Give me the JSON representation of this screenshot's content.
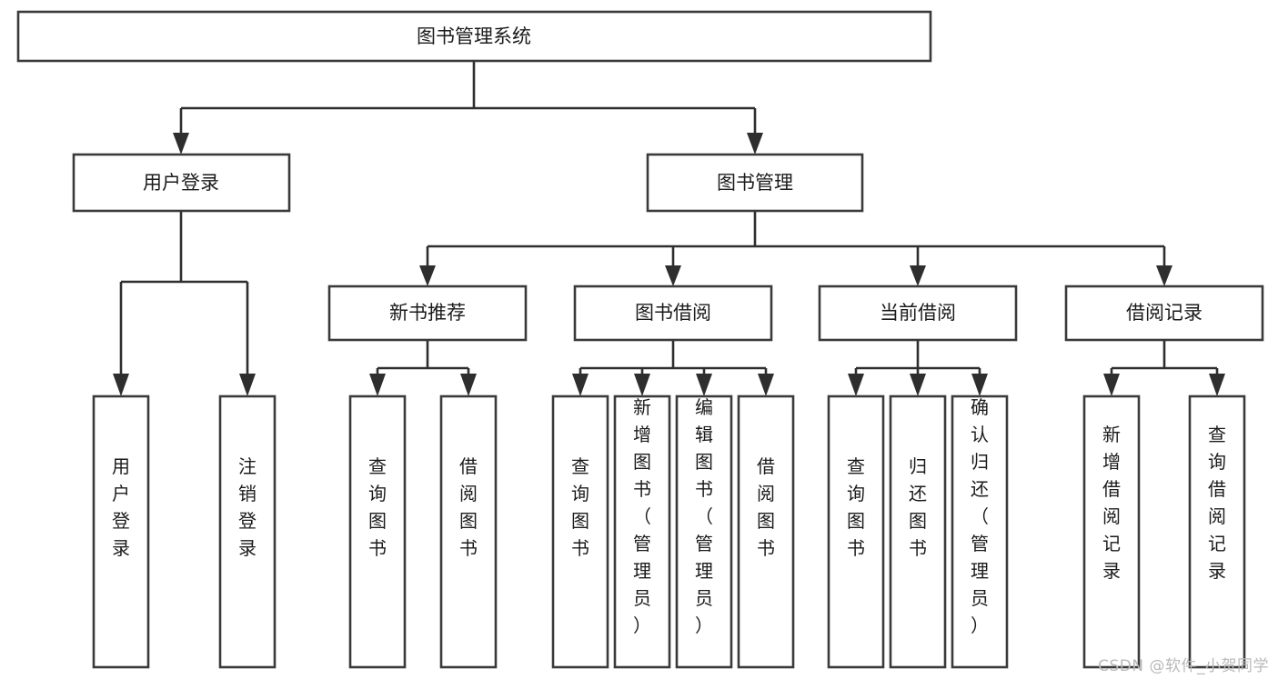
{
  "diagram": {
    "type": "tree",
    "title": "图书管理系统",
    "root": {
      "label": "图书管理系统"
    },
    "level2": [
      {
        "label": "用户登录"
      },
      {
        "label": "图书管理"
      }
    ],
    "level3": [
      {
        "label": "新书推荐"
      },
      {
        "label": "图书借阅"
      },
      {
        "label": "当前借阅"
      },
      {
        "label": "借阅记录"
      }
    ],
    "leaves": {
      "user_login": [
        {
          "label": "用户登录"
        },
        {
          "label": "注销登录"
        }
      ],
      "new_book_recommend": [
        {
          "label": "查询图书"
        },
        {
          "label": "借阅图书"
        }
      ],
      "book_borrow": [
        {
          "label": "查询图书"
        },
        {
          "label": "新增图书（管理员）"
        },
        {
          "label": "编辑图书（管理员）"
        },
        {
          "label": "借阅图书"
        }
      ],
      "current_borrow": [
        {
          "label": "查询图书"
        },
        {
          "label": "归还图书"
        },
        {
          "label": "确认归还（管理员）"
        }
      ],
      "borrow_records": [
        {
          "label": "新增借阅记录"
        },
        {
          "label": "查询借阅记录"
        }
      ]
    },
    "colors": {
      "background": "#ffffff",
      "box_fill": "#ffffff",
      "box_stroke": "#3a3a3a",
      "connector": "#2e2e2e",
      "text": "#1b1b1b",
      "watermark": "#b9b9b9"
    }
  },
  "watermark": {
    "text": "CSDN @软件_小贺同学"
  }
}
